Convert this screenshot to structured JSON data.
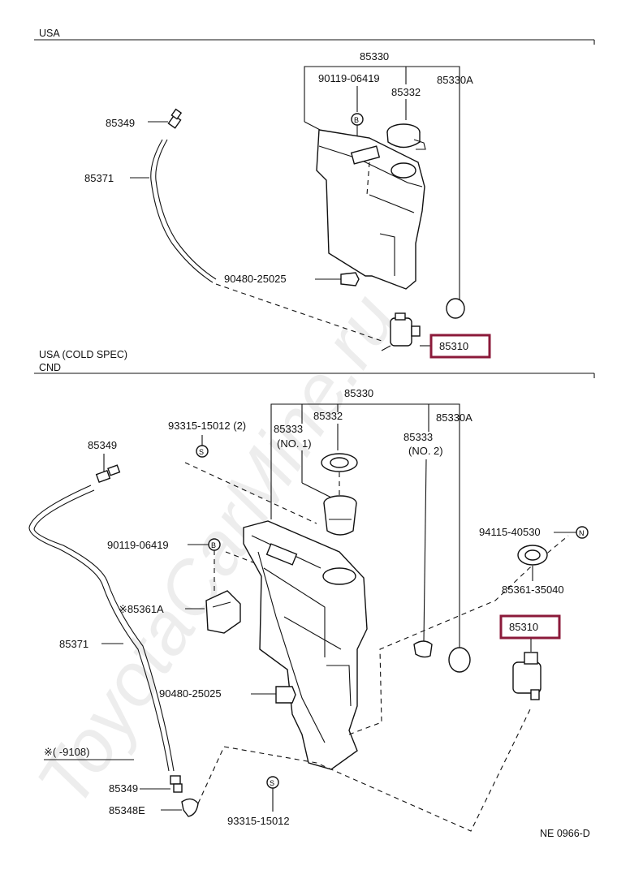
{
  "sections": {
    "top": "USA",
    "bottom_line1": "USA (COLD SPEC)",
    "bottom_line2": "CND"
  },
  "top_parts": {
    "tank_assy": "85330",
    "bolt": "90119-06419",
    "cap": "85332",
    "grommet_a": "85330A",
    "joint": "85349",
    "hose": "85371",
    "plug": "90480-25025",
    "pump": "85310"
  },
  "bottom_parts": {
    "tank_assy": "85330",
    "strainer": "85333",
    "strainer_no": "(NO. 1)",
    "cap": "85332",
    "grommet_a": "85330A",
    "grommet_2": "85333",
    "grommet_2_no": "(NO. 2)",
    "screw1": "93315-15012 (2)",
    "joint_upper": "85349",
    "bolt": "90119-06419",
    "bracket": "※85361A",
    "hose": "85371",
    "plug": "90480-25025",
    "note": "※(    -9108)",
    "joint_lower": "85349",
    "elbow": "85348E",
    "screw2": "93315-15012",
    "nut": "94115-40530",
    "clamp": "85361-35040",
    "pump": "85310"
  },
  "circle_marks": {
    "b": "B",
    "s": "S",
    "n": "N"
  },
  "footer_code": "NE 0966-D",
  "watermark": "ToyotaCarMine.ru",
  "colors": {
    "highlight": "#8b1a3a",
    "line": "#111111"
  }
}
